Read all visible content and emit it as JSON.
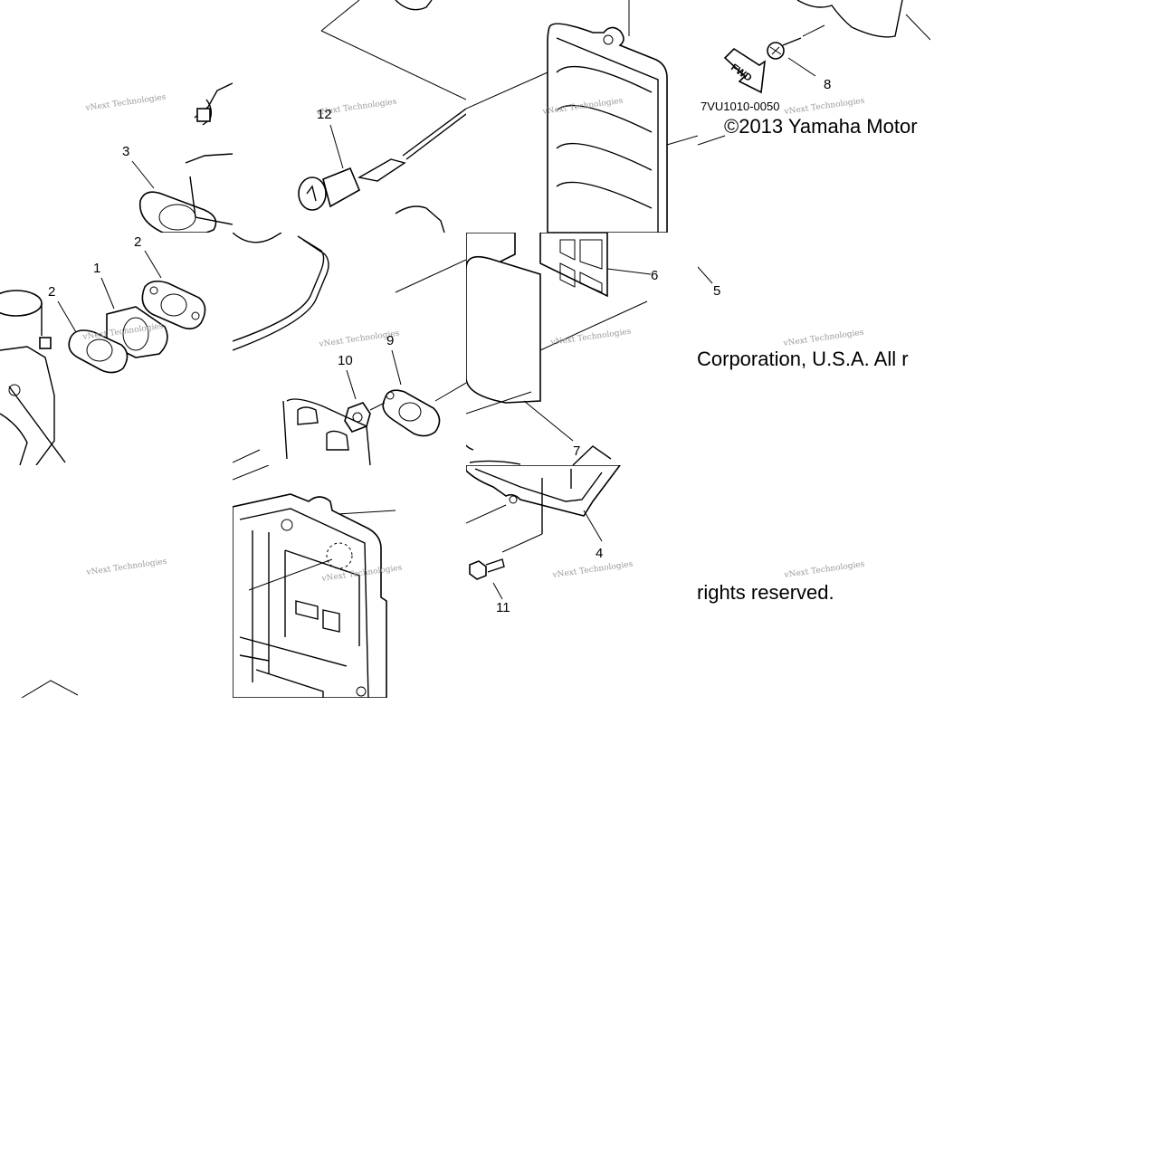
{
  "diagram": {
    "callouts": [
      "12",
      "3",
      "2",
      "1",
      "2",
      "9",
      "10",
      "7",
      "6",
      "5",
      "8",
      "4",
      "11"
    ],
    "drawing_code": "7VU1010-0050",
    "copyright_segments": [
      "©2013 Yamaha Motor",
      "Corporation, U.S.A. All r",
      "rights reserved."
    ],
    "watermark": "vNext Technologies",
    "fwd_label": "FWD"
  }
}
